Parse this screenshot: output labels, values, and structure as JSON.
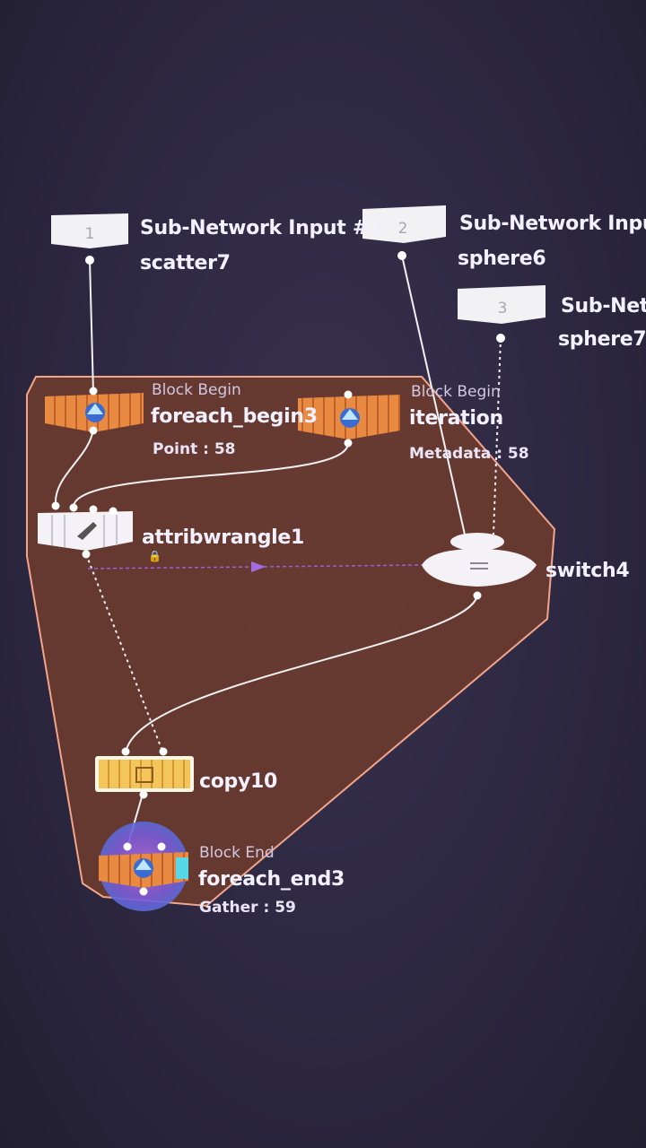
{
  "inputs": [
    {
      "index": "1",
      "title": "Sub-Network Input #1",
      "name": "scatter7"
    },
    {
      "index": "2",
      "title": "Sub-Network Inpu",
      "name": "sphere6"
    },
    {
      "index": "3",
      "title": "Sub-Net",
      "name": "sphere7"
    }
  ],
  "foreach_begin": {
    "category": "Block Begin",
    "name": "foreach_begin3",
    "info": "Point : 58"
  },
  "iteration": {
    "category": "Block Begin",
    "name": "iteration",
    "info": "Metadata : 58"
  },
  "attribwrangle": {
    "name": "attribwrangle1",
    "lock_icon": "lock-icon"
  },
  "switch": {
    "name": "switch4"
  },
  "copy": {
    "name": "copy10"
  },
  "foreach_end": {
    "category": "Block End",
    "name": "foreach_end3",
    "info": "Gather : 59"
  },
  "colors": {
    "background": "#2d2841",
    "block_fill": "#6a3b2f",
    "block_border": "#f2a58a",
    "node_orange": "#e8833f",
    "node_yellow": "#f2c452",
    "node_white": "#f4f2f6",
    "wire": "#f1f1f4",
    "dependency_wire": "#9b5fd6"
  }
}
